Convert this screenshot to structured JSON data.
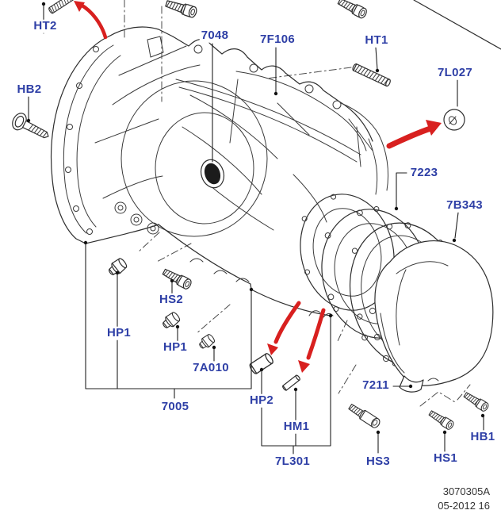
{
  "diagram": {
    "type": "exploded-parts-diagram",
    "description": "Manual transaxle case, clutch housing, gaskets and fasteners exploded view",
    "colors": {
      "label": "#2e3fa6",
      "arrow": "#d8201f",
      "line": "#2e2e2e",
      "background": "#ffffff"
    },
    "labels": [
      {
        "text": "HT2",
        "kind": "stud"
      },
      {
        "text": "HB2",
        "kind": "bolt"
      },
      {
        "text": "7048",
        "kind": "seal"
      },
      {
        "text": "7F106",
        "kind": "gasket-edge"
      },
      {
        "text": "HT1",
        "kind": "stud"
      },
      {
        "text": "7L027",
        "kind": "washer"
      },
      {
        "text": "7223",
        "kind": "gasket"
      },
      {
        "text": "7B343",
        "kind": "gasket"
      },
      {
        "text": "HS2",
        "kind": "bolt"
      },
      {
        "text": "HP1",
        "kind": "plug"
      },
      {
        "text": "HP1",
        "kind": "plug"
      },
      {
        "text": "7A010",
        "kind": "plug"
      },
      {
        "text": "7005",
        "kind": "case-assembly"
      },
      {
        "text": "HP2",
        "kind": "dowel"
      },
      {
        "text": "HM1",
        "kind": "pin"
      },
      {
        "text": "7L301",
        "kind": "dowel-kit"
      },
      {
        "text": "7211",
        "kind": "cover-foot"
      },
      {
        "text": "HS3",
        "kind": "bolt"
      },
      {
        "text": "HS1",
        "kind": "bolt"
      },
      {
        "text": "HB1",
        "kind": "bolt"
      }
    ],
    "footer": {
      "drawing_number": "3070305A",
      "revision": "05-2012 16"
    }
  }
}
